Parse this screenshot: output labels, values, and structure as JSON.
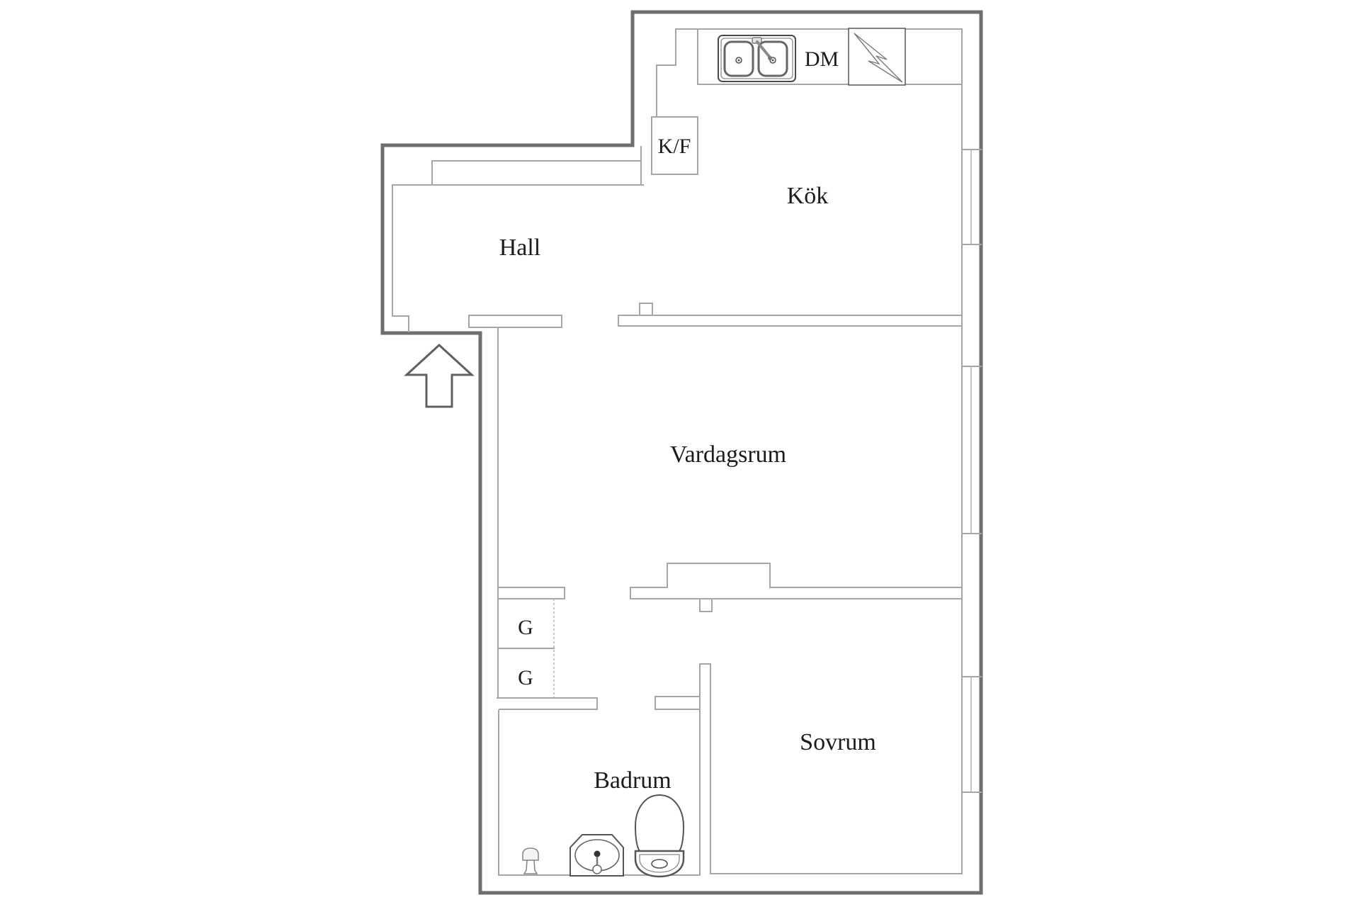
{
  "floor_plan": {
    "rooms": {
      "hall": "Hall",
      "kitchen": "Kök",
      "living_room": "Vardagsrum",
      "bedroom": "Sovrum",
      "bathroom": "Badrum"
    },
    "appliances": {
      "fridge_freezer": "K/F",
      "dishwasher": "DM"
    },
    "closets": {
      "wardrobe_1": "G",
      "wardrobe_2": "G"
    },
    "icons": {
      "sink": "kitchen-sink-icon",
      "stove": "stove-lightning-icon",
      "toilet": "toilet-icon",
      "washbasin": "washbasin-icon",
      "small_fixture": "bathroom-fixture-icon",
      "entrance": "entrance-arrow-icon"
    },
    "colors": {
      "background": "#ffffff",
      "wall_outer": "#6e6e6e",
      "wall_inner": "#a6a6a6",
      "fixture": "#5a5a5a",
      "label": "#1c1c1c"
    }
  }
}
